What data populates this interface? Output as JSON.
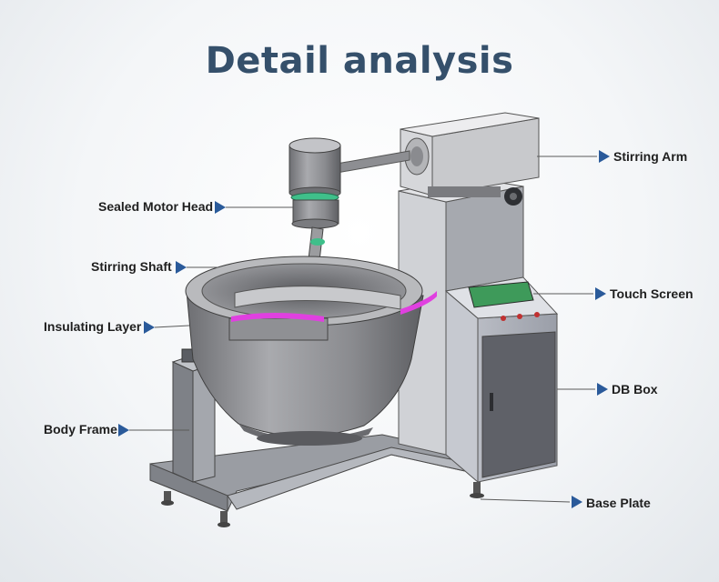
{
  "title": "Detail analysis",
  "callouts": {
    "stirring_arm": "Stirring Arm",
    "sealed_motor_head": "Sealed Motor Head",
    "stirring_shaft": "Stirring Shaft",
    "touch_screen": "Touch Screen",
    "insulating_layer": "Insulating Layer",
    "db_box": "DB Box",
    "body_frame": "Body Frame",
    "base_plate": "Base Plate"
  },
  "colors": {
    "title": "#35506b",
    "pointer": "#2a5a9a",
    "leader_line": "#5a5a5a",
    "body_metal": "#8e8f93",
    "accent_magenta": "#e040e0",
    "screen_green": "#3e9a5a"
  },
  "icons": {
    "pointer": "triangle-pointer-icon"
  }
}
